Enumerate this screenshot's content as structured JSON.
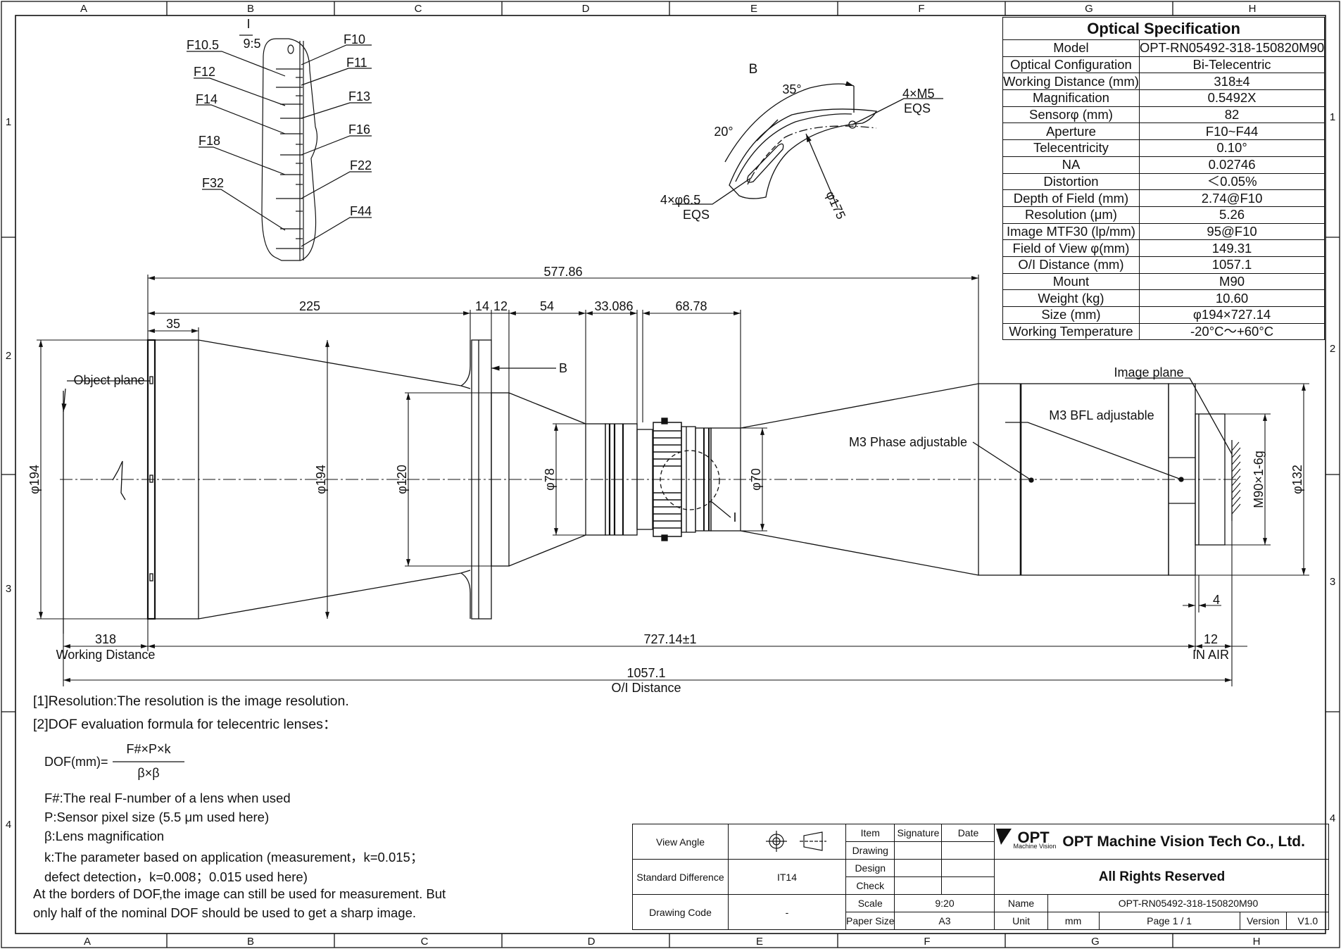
{
  "border": {
    "columns": [
      "A",
      "B",
      "C",
      "D",
      "E",
      "F",
      "G",
      "H"
    ],
    "rows": [
      "1",
      "2",
      "3",
      "4"
    ]
  },
  "aperture_scale": {
    "header_top": "I",
    "header_bottom": "9:5",
    "left_labels": [
      "F10.5",
      "F12",
      "F14",
      "F18",
      "F32"
    ],
    "right_labels": [
      "F10",
      "F11",
      "F13",
      "F16",
      "F22",
      "F44"
    ]
  },
  "detail_b": {
    "title": "B",
    "angle1": "35°",
    "angle2": "20°",
    "m5_hole": "4×M5",
    "m5_eqs": "EQS",
    "hole_65": "4×φ6.5",
    "hole_eqs": "EQS",
    "dia175": "φ175"
  },
  "main_view": {
    "dim_total_length": "577.86",
    "dim_225": "225",
    "dim_35": "35",
    "dim_14": "14",
    "dim_12": "12",
    "dim_54": "54",
    "dim_33086": "33.086",
    "dim_6878": "68.78",
    "section_ref": "B",
    "object_plane": "Object plane",
    "image_plane": "Image plane",
    "m3_phase": "M3 Phase adjustable",
    "m3_bfl": "M3 BFL adjustable",
    "dia194_left": "φ194",
    "dia194_mid": "φ194",
    "dia120": "φ120",
    "dia78": "φ78",
    "dia70": "φ70",
    "dia132": "φ132",
    "mount_thread": "M90×1-6g",
    "detail_i": "I",
    "dim_4": "4",
    "dim_318": "318",
    "working_distance": "Working Distance",
    "dim_72714": "727.14±1",
    "dim_12_air": "12",
    "in_air": "IN AIR",
    "dim_10571": "1057.1",
    "oi_distance": "O/I Distance"
  },
  "notes": {
    "line1": "[1]Resolution:The resolution is  the image resolution.",
    "line2": "[2]DOF evaluation formula for telecentric lenses：",
    "formula_left": "DOF(mm)=",
    "formula_num": "F#×P×k",
    "formula_den": "β×β",
    "def_f": "F#:The real F-number of a lens when used",
    "def_p": "P:Sensor pixel size (5.5 μm used here)",
    "def_b": "β:Lens magnification",
    "def_k1": "k:The parameter based on application (measurement，k=0.015；",
    "def_k2": "defect detection，k=0.008；0.015 used here)",
    "tail1": "At the borders of DOF,the image can still be used for measurement. But",
    "tail2": "only half of the nominal DOF should be used to get a sharp image."
  },
  "spec_table": {
    "title": "Optical Specification",
    "rows": [
      {
        "label": "Model",
        "value": "OPT-RN05492-318-150820M90"
      },
      {
        "label": "Optical Configuration",
        "value": "Bi-Telecentric"
      },
      {
        "label": "Working Distance (mm)",
        "value": "318±4"
      },
      {
        "label": "Magnification",
        "value": "0.5492X"
      },
      {
        "label": "Sensorφ (mm)",
        "value": "82"
      },
      {
        "label": "Aperture",
        "value": "F10~F44"
      },
      {
        "label": "Telecentricity",
        "value": "0.10°"
      },
      {
        "label": "NA",
        "value": "0.02746"
      },
      {
        "label": "Distortion",
        "value": "＜0.05%"
      },
      {
        "label": "Depth of Field (mm)",
        "value": "2.74@F10"
      },
      {
        "label": "Resolution (μm)",
        "value": "5.26"
      },
      {
        "label": "Image MTF30 (lp/mm)",
        "value": "95@F10"
      },
      {
        "label": "Field of View φ(mm)",
        "value": "149.31"
      },
      {
        "label": "O/I Distance (mm)",
        "value": "1057.1"
      },
      {
        "label": "Mount",
        "value": "M90"
      },
      {
        "label": "Weight (kg)",
        "value": "10.60"
      },
      {
        "label": "Size (mm)",
        "value": "φ194×727.14"
      },
      {
        "label": "Working Temperature",
        "value": "-20°C～+60°C"
      }
    ]
  },
  "title_block": {
    "view_angle": "View Angle",
    "standard_difference": "Standard Difference",
    "standard_value": "IT14",
    "drawing_code": "Drawing Code",
    "drawing_code_value": "-",
    "item": "Item",
    "signature": "Signature",
    "date": "Date",
    "drawing": "Drawing",
    "design": "Design",
    "check": "Check",
    "scale": "Scale",
    "scale_value": "9:20",
    "paper_size": "Paper Size",
    "paper_value": "A3",
    "logo_text": "OPT",
    "logo_sub": "Machine Vision",
    "company": "OPT Machine Vision Tech Co., Ltd.",
    "rights": "All Rights Reserved",
    "name": "Name",
    "name_value": "OPT-RN05492-318-150820M90",
    "unit": "Unit",
    "unit_value": "mm",
    "page": "Page  1 / 1",
    "version": "Version",
    "version_value": "V1.0"
  }
}
